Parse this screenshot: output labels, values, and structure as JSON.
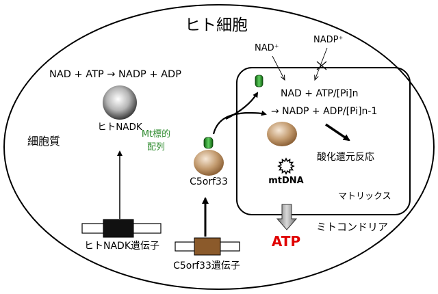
{
  "labels": {
    "cell_title": "ヒト細胞",
    "cytoplasm": "細胞質",
    "nadk_reaction": "NAD + ATP → NADP + ADP",
    "nadk_protein": "ヒトNADK",
    "nadk_gene": "ヒトNADK遺伝子",
    "mt_signal_line1": "Mt標的",
    "mt_signal_line2": "配列",
    "c5_protein": "C5orf33",
    "c5_gene": "C5orf33遺伝子",
    "nad_plus": "NAD⁺",
    "nadp_plus": "NADP⁺",
    "mito_reaction_line1": "NAD + ATP/[Pi]n",
    "mito_reaction_line2": "→ NADP + ADP/[Pi]n-1",
    "redox": "酸化還元反応",
    "mtdna": "mtDNA",
    "matrix": "マトリックス",
    "mitochondria": "ミトコンドリア",
    "atp": "ATP"
  },
  "colors": {
    "green_label": "#2e8b2e",
    "green_tag": "#1a7a1a",
    "atp_red": "#e00000",
    "protein_brown": "#b88a5e",
    "gene_brown": "#8b5a2b",
    "outline": "#000000"
  }
}
